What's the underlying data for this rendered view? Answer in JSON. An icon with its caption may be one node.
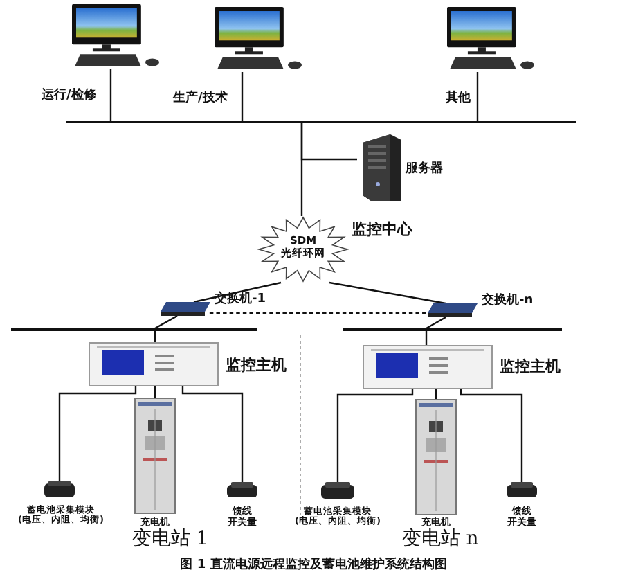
{
  "diagram": {
    "caption": "图 1 直流电源远程监控及蓄电池维护系统结构图",
    "nodes": [
      {
        "text": [],
        "shape": "picture",
        "beside": [
          "运行/检修"
        ]
      },
      {
        "text": [],
        "shape": "picture",
        "beside": [
          "生产/技术"
        ]
      },
      {
        "text": [],
        "shape": "picture",
        "beside": [
          "其他"
        ]
      },
      {
        "text": [],
        "shape": "bar"
      },
      {
        "text": [],
        "shape": "picture",
        "beside": [
          "服务器"
        ]
      },
      {
        "text": [
          "SDM 光纤环网"
        ],
        "beside": [
          "监控中心"
        ]
      },
      {
        "text": [],
        "shape": "box",
        "beside": [
          "交换机-1"
        ]
      },
      {
        "text": [],
        "shape": "box",
        "beside": [
          "交换机-n"
        ]
      },
      {
        "text": [],
        "shape": "bar"
      },
      {
        "text": [],
        "shape": "picture",
        "beside": [
          "监控主机"
        ]
      },
      {
        "text": [],
        "shape": "box",
        "beside": [
          "蓄电池采集模块(电压、内阻、均衡)"
        ]
      },
      {
        "text": [],
        "shape": "picture",
        "beside": [
          "充电机"
        ]
      },
      {
        "text": [],
        "shape": "box",
        "beside": [
          "馈线开关量"
        ]
      },
      {
        "text": [],
        "shape": "bar"
      },
      {
        "text": [],
        "shape": "picture",
        "beside": [
          "监控主机"
        ]
      },
      {
        "text": [],
        "shape": "box",
        "beside": [
          "蓄电池采集模块(电压、内阻、均衡)"
        ]
      },
      {
        "text": [],
        "shape": "picture",
        "beside": [
          "充电机"
        ]
      },
      {
        "text": [],
        "shape": "box",
        "beside": [
          "馈线开关量"
        ]
      }
    ],
    "edges": [
      {
        "from": 0,
        "to": 3,
        "arrow": "none"
      },
      {
        "from": 1,
        "to": 3,
        "arrow": "none"
      },
      {
        "from": 2,
        "to": 3,
        "arrow": "none"
      },
      {
        "from": 3,
        "to": 5,
        "arrow": "none"
      },
      {
        "from": 3,
        "to": 4,
        "arrow": "none"
      },
      {
        "from": 5,
        "to": 6,
        "arrow": "none"
      },
      {
        "from": 5,
        "to": 7,
        "arrow": "none"
      },
      {
        "from": 6,
        "to": 7,
        "arrow": "none",
        "style": "dashed"
      },
      {
        "from": 6,
        "to": 8,
        "arrow": "none"
      },
      {
        "from": 8,
        "to": 9,
        "arrow": "none"
      },
      {
        "from": 9,
        "to": 10,
        "arrow": "none"
      },
      {
        "from": 9,
        "to": 11,
        "arrow": "none"
      },
      {
        "from": 9,
        "to": 12,
        "arrow": "none"
      },
      {
        "from": 7,
        "to": 13,
        "arrow": "none"
      },
      {
        "from": 13,
        "to": 14,
        "arrow": "none"
      },
      {
        "from": 14,
        "to": 15,
        "arrow": "none"
      },
      {
        "from": 14,
        "to": 16,
        "arrow": "none"
      },
      {
        "from": 14,
        "to": 17,
        "arrow": "none"
      }
    ],
    "labels": [
      "变电站 1",
      "变电站 n"
    ]
  }
}
